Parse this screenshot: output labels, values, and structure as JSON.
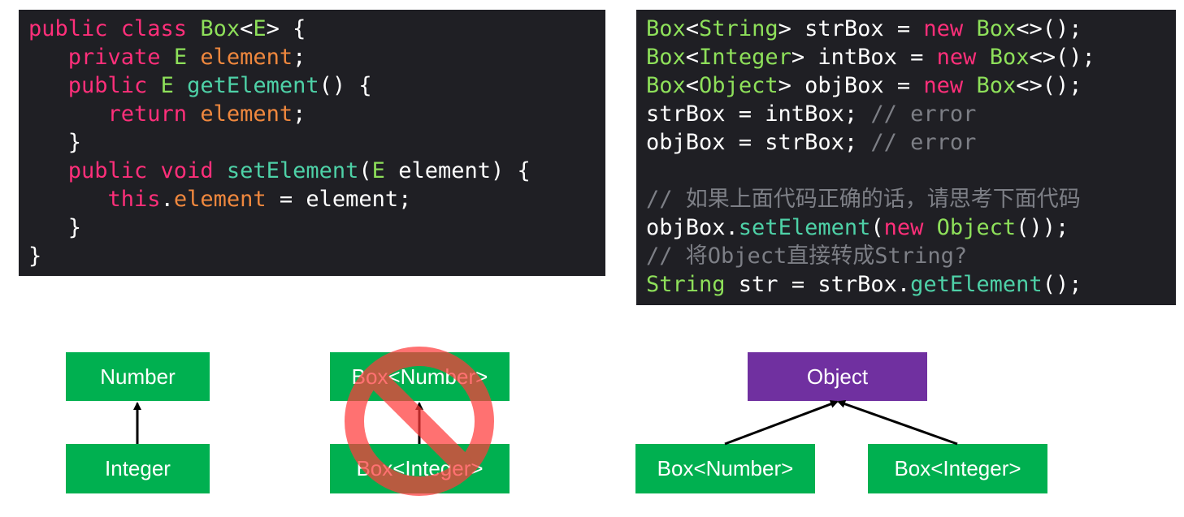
{
  "code_left": [
    [
      {
        "t": "public class ",
        "c": "kw"
      },
      {
        "t": "Box",
        "c": "ty"
      },
      {
        "t": "<",
        "c": ""
      },
      {
        "t": "E",
        "c": "ty"
      },
      {
        "t": "> {",
        "c": ""
      }
    ],
    [
      {
        "t": "   private ",
        "c": "kw"
      },
      {
        "t": "E ",
        "c": "ty"
      },
      {
        "t": "element",
        "c": "fld"
      },
      {
        "t": ";",
        "c": ""
      }
    ],
    [
      {
        "t": "   public ",
        "c": "kw"
      },
      {
        "t": "E ",
        "c": "ty"
      },
      {
        "t": "getElement",
        "c": "fn"
      },
      {
        "t": "() {",
        "c": ""
      }
    ],
    [
      {
        "t": "      return ",
        "c": "kw"
      },
      {
        "t": "element",
        "c": "fld"
      },
      {
        "t": ";",
        "c": ""
      }
    ],
    [
      {
        "t": "   }",
        "c": ""
      }
    ],
    [
      {
        "t": "   public void ",
        "c": "kw"
      },
      {
        "t": "setElement",
        "c": "fn"
      },
      {
        "t": "(",
        "c": ""
      },
      {
        "t": "E ",
        "c": "ty"
      },
      {
        "t": "element) {",
        "c": ""
      }
    ],
    [
      {
        "t": "      this",
        "c": "kw"
      },
      {
        "t": ".",
        "c": ""
      },
      {
        "t": "element",
        "c": "fld"
      },
      {
        "t": " = element;",
        "c": ""
      }
    ],
    [
      {
        "t": "   }",
        "c": ""
      }
    ],
    [
      {
        "t": "}",
        "c": ""
      }
    ]
  ],
  "code_right": [
    [
      {
        "t": "Box",
        "c": "ty"
      },
      {
        "t": "<",
        "c": ""
      },
      {
        "t": "String",
        "c": "ty"
      },
      {
        "t": "> strBox = ",
        "c": ""
      },
      {
        "t": "new ",
        "c": "kw"
      },
      {
        "t": "Box",
        "c": "ty"
      },
      {
        "t": "<>();",
        "c": ""
      }
    ],
    [
      {
        "t": "Box",
        "c": "ty"
      },
      {
        "t": "<",
        "c": ""
      },
      {
        "t": "Integer",
        "c": "ty"
      },
      {
        "t": "> intBox = ",
        "c": ""
      },
      {
        "t": "new ",
        "c": "kw"
      },
      {
        "t": "Box",
        "c": "ty"
      },
      {
        "t": "<>();",
        "c": ""
      }
    ],
    [
      {
        "t": "Box",
        "c": "ty"
      },
      {
        "t": "<",
        "c": ""
      },
      {
        "t": "Object",
        "c": "ty"
      },
      {
        "t": "> objBox = ",
        "c": ""
      },
      {
        "t": "new ",
        "c": "kw"
      },
      {
        "t": "Box",
        "c": "ty"
      },
      {
        "t": "<>();",
        "c": ""
      }
    ],
    [
      {
        "t": "strBox = intBox; ",
        "c": ""
      },
      {
        "t": "// error",
        "c": "cm"
      }
    ],
    [
      {
        "t": "objBox = strBox; ",
        "c": ""
      },
      {
        "t": "// error",
        "c": "cm"
      }
    ],
    [
      {
        "t": "",
        "c": ""
      }
    ],
    [
      {
        "t": "// 如果上面代码正确的话，请思考下面代码",
        "c": "cm"
      }
    ],
    [
      {
        "t": "objBox.",
        "c": ""
      },
      {
        "t": "setElement",
        "c": "fn"
      },
      {
        "t": "(",
        "c": ""
      },
      {
        "t": "new ",
        "c": "kw"
      },
      {
        "t": "Object",
        "c": "ty"
      },
      {
        "t": "());",
        "c": ""
      }
    ],
    [
      {
        "t": "// 将Object直接转成String?",
        "c": "cm"
      }
    ],
    [
      {
        "t": "String ",
        "c": "ty"
      },
      {
        "t": "str = strBox.",
        "c": ""
      },
      {
        "t": "getElement",
        "c": "fn"
      },
      {
        "t": "();",
        "c": ""
      }
    ]
  ],
  "diagram": {
    "number": "Number",
    "integer": "Integer",
    "box_number_1": "Box<Number>",
    "box_integer_1": "Box<Integer>",
    "object": "Object",
    "box_number_2": "Box<Number>",
    "box_integer_2": "Box<Integer>"
  },
  "colors": {
    "code_bg": "#1f1f24",
    "box_green": "#00b050",
    "box_purple": "#7030a0",
    "prohibited_red": "#ff3b3b"
  },
  "icons": {
    "prohibited": "no-entry-icon"
  }
}
